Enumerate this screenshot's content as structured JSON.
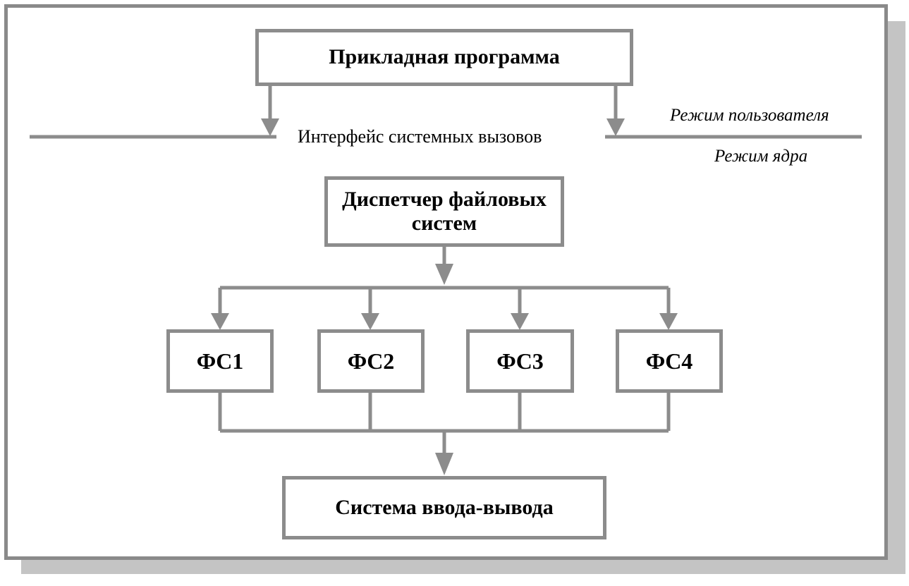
{
  "diagram": {
    "app_program": "Прикладная программа",
    "syscall_interface": "Интерфейс системных вызовов",
    "user_mode": "Режим пользователя",
    "kernel_mode": "Режим ядра",
    "fs_manager_line1": "Диспетчер файловых",
    "fs_manager_line2": "систем",
    "fs_boxes": [
      "ФС1",
      "ФС2",
      "ФС3",
      "ФС4"
    ],
    "io_system": "Система ввода-вывода"
  },
  "colors": {
    "line": "#8c8c8c",
    "frame": "#8a8a8a",
    "shadow": "#c4c4c4",
    "text": "#000000",
    "background": "#ffffff"
  }
}
